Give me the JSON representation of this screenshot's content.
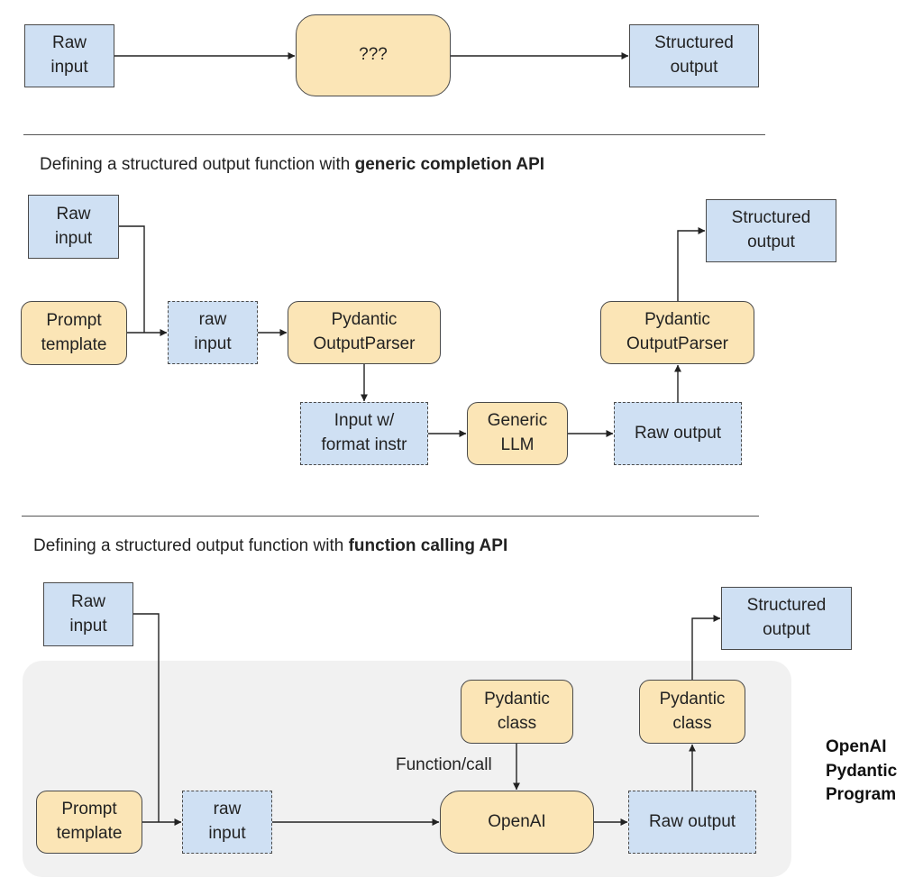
{
  "section1": {
    "raw_input": "Raw\ninput",
    "mystery": "???",
    "structured_output": "Structured\noutput"
  },
  "section2": {
    "heading_prefix": "Defining a structured output function with ",
    "heading_bold": "generic completion API",
    "raw_input": "Raw\ninput",
    "prompt_template": "Prompt\ntemplate",
    "raw_input_dashed": "raw\ninput",
    "parser_top": "Pydantic\nOutputParser",
    "input_format": "Input w/\nformat instr",
    "generic_llm": "Generic\nLLM",
    "raw_output": "Raw output",
    "parser_right": "Pydantic\nOutputParser",
    "structured_output": "Structured\noutput"
  },
  "section3": {
    "heading_prefix": "Defining a structured output function with ",
    "heading_bold": "function calling API",
    "raw_input": "Raw\ninput",
    "prompt_template": "Prompt\ntemplate",
    "raw_input_dashed": "raw\ninput",
    "pydantic_class": "Pydantic\nclass",
    "function_call_label": "Function/call",
    "openai": "OpenAI",
    "raw_output": "Raw output",
    "pydantic_class_right": "Pydantic\nclass",
    "structured_output": "Structured\noutput",
    "program_label": "OpenAI\nPydantic\nProgram"
  },
  "colors": {
    "input_fill": "#cfe0f3",
    "component_fill": "#fbe5b6",
    "group_fill": "#f1f1f1",
    "line": "#222222"
  }
}
